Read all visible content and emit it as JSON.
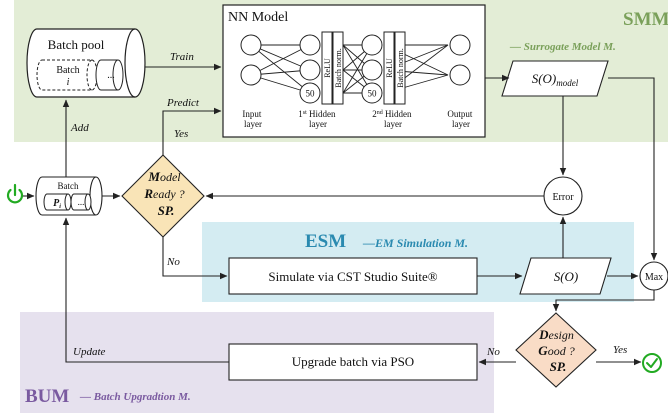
{
  "modules": {
    "smm": {
      "name": "SMM",
      "subtitle": "— Surrogate Model M.",
      "color": "#e3edd6",
      "title_color": "#7aa05a"
    },
    "esm": {
      "name": "ESM",
      "subtitle": "—EM Simulation M.",
      "color": "#d4ecf2",
      "title_color": "#2a8ab0"
    },
    "bum": {
      "name": "BUM",
      "subtitle": "— Batch Upgradtion M.",
      "color": "#e6e1ee",
      "title_color": "#7a5aa0"
    }
  },
  "nn": {
    "title": "NN Model",
    "relu1": "ReLU",
    "bn1": "Batch norm.",
    "relu2": "ReLU",
    "bn2": "Batch norm.",
    "count1": "50",
    "count2": "50",
    "layers": {
      "input": [
        "Input",
        "layer"
      ],
      "hidden1_pre": "1",
      "hidden1_sup": "st",
      "hidden1_post": " Hidden",
      "hidden1_line2": "layer",
      "hidden2_pre": "2",
      "hidden2_sup": "nd",
      "hidden2_post": " Hidden",
      "hidden2_line2": "layer",
      "output": [
        "Output",
        "layer"
      ]
    }
  },
  "batch_pool": {
    "title": "Batch pool",
    "batch_label": "Batch",
    "batch_index": "i",
    "ellipsis": "..."
  },
  "batch": {
    "title": "Batch",
    "item": "P",
    "item_sub": "i",
    "ellipsis": "..."
  },
  "model_output": {
    "pre": "S(O)",
    "sub": "model"
  },
  "error": "Error",
  "max": "Max",
  "esm_output": "S(O)",
  "simulate": "Simulate via CST Studio Suite®",
  "upgrade": "Upgrade batch via PSO",
  "model_ready": {
    "line1_big": "M",
    "line1_rest": "odel",
    "line2_big": "R",
    "line2_rest": "eady ?",
    "line3": "SP."
  },
  "design_good": {
    "line1_big": "D",
    "line1_rest": "esign",
    "line2_big": "G",
    "line2_rest": "ood ?",
    "line3": "SP."
  },
  "labels": {
    "train": "Train",
    "predict": "Predict",
    "add": "Add",
    "yes_model": "Yes",
    "no_model": "No",
    "update": "Update",
    "no_design": "No",
    "yes_design": "Yes"
  },
  "colors": {
    "power": "#22aa22",
    "check": "#22aa22",
    "diamond_model": "#f9e4b7",
    "diamond_design": "#f9dcc6"
  }
}
